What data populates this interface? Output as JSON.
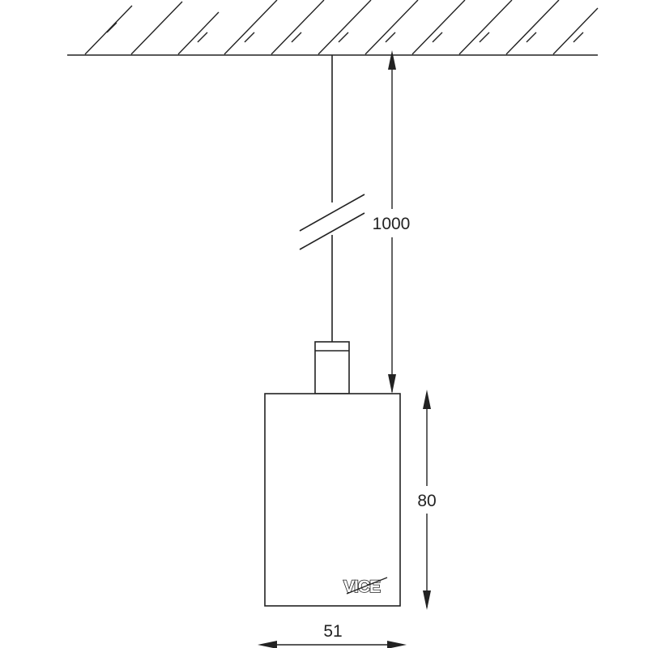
{
  "dimensions": {
    "cable_length": "1000",
    "body_height": "80",
    "body_width": "51"
  },
  "brand": {
    "logo_text": "VICE"
  },
  "colors": {
    "line": "#222222",
    "background": "#ffffff"
  }
}
